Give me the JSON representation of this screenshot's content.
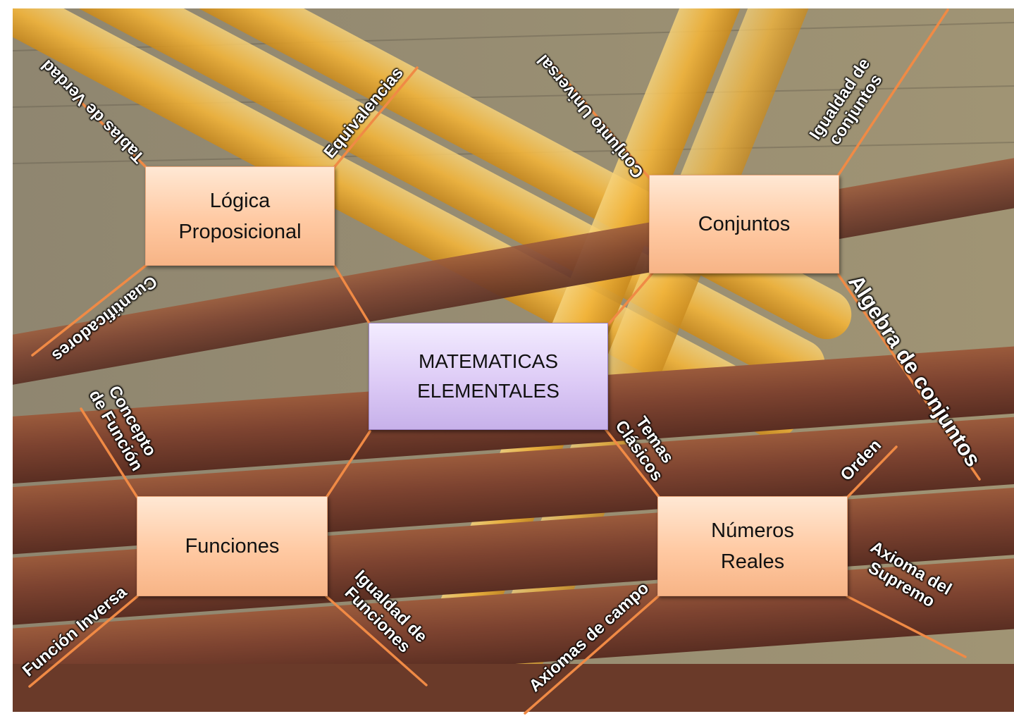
{
  "diagram": {
    "center": "MATEMATICAS\nELEMENTALES",
    "nodes": {
      "logica": "Lógica\nProposicional",
      "conjuntos": "Conjuntos",
      "funciones": "Funciones",
      "numeros": "Números\nReales"
    },
    "labels": {
      "tablas": "Tablas de Verdad",
      "equivalencias": "Equivalencias",
      "cuantificadores": "Cuantificadores",
      "universal": "Conjunto Universal",
      "igualdad_conj": "Igualdad de\nconjuntos",
      "algebra": "Algebra de conjuntos",
      "concepto": "Concepto\nde Función",
      "temas": "Temas\nClásicos",
      "orden": "Orden",
      "axioma_sup": "Axioma del\nSupremo",
      "axiomas_campo": "Axiomas de campo",
      "igualdad_func": "Igualdad de\nFunciones",
      "inversa": "Función Inversa"
    },
    "line_color": "#f08a45"
  }
}
